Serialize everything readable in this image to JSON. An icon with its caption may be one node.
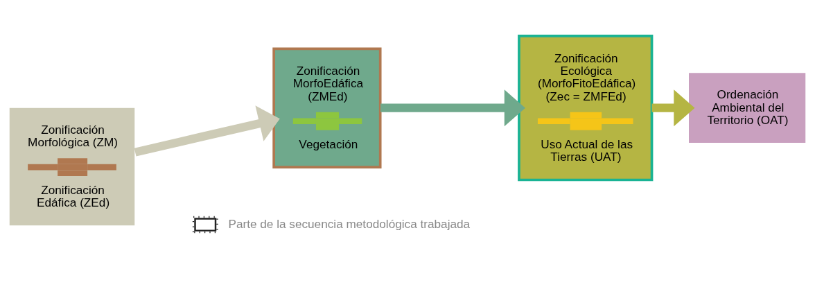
{
  "diagram": {
    "nodes": [
      {
        "text": [
          "Zonificación Morfológica (ZM)",
          "Zonificación Edáfica (ZEd)"
        ]
      },
      {
        "text": [
          "Zonificación MorfoEdáfica (ZMEd)",
          "Vegetación"
        ]
      },
      {
        "text": [
          "Zonificación Ecológica (MorfoFitoEdáfica) (Zec = ZMFEd)",
          "Uso Actual de las Tierras (UAT)"
        ]
      },
      {
        "text": [
          "Ordenación Ambiental del Territorio (OAT)"
        ]
      }
    ],
    "edges": [
      {
        "from": 0,
        "to": 1,
        "arrow": "to",
        "color": "#cdcbb6"
      },
      {
        "from": 1,
        "to": 2,
        "arrow": "to",
        "color": "#6fa98c"
      },
      {
        "from": 2,
        "to": 3,
        "arrow": "to",
        "color": "#b5b543"
      }
    ],
    "legend": [
      {
        "text": "Parte de la secuencia metodológica trabajada"
      }
    ]
  }
}
